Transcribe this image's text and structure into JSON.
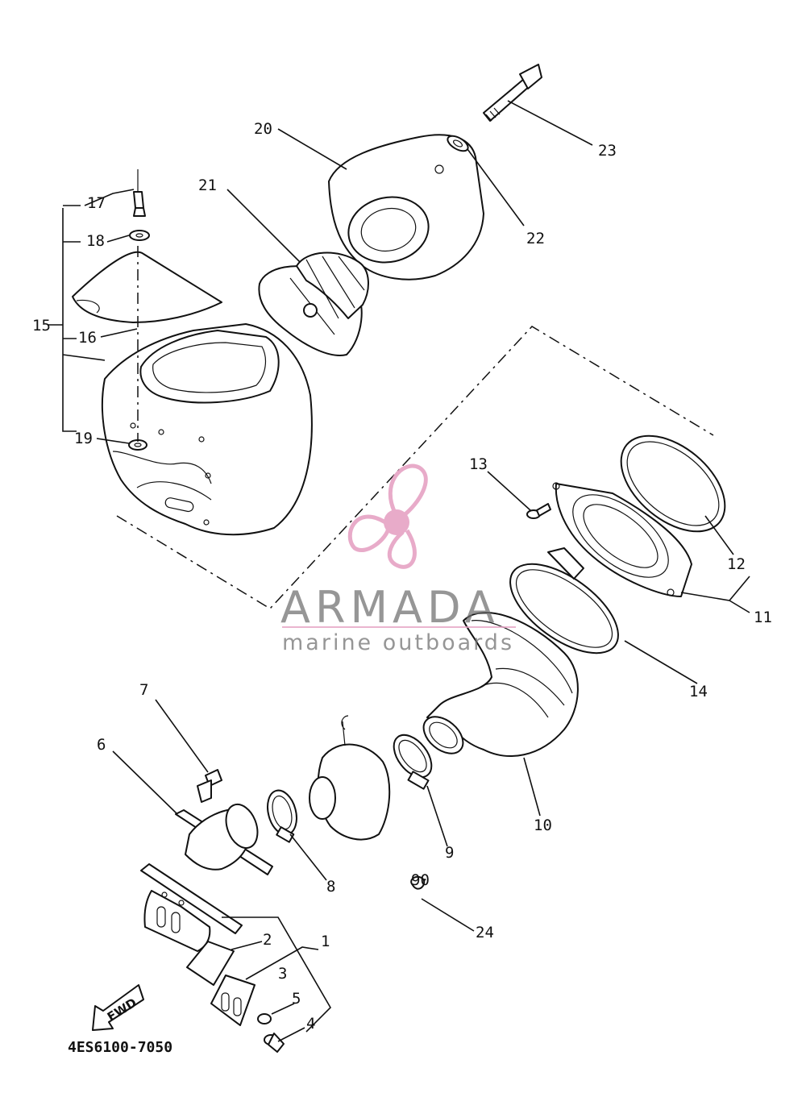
{
  "diagram_code": "4ES6100-7050",
  "forward_arrow_label": "FWD",
  "watermark": {
    "brand": "ARMADA",
    "tagline": "marine outboards",
    "accent_color": "#e6a3c4",
    "icon": "propeller-logo-icon"
  },
  "callouts": {
    "c1": "1",
    "c2": "2",
    "c3": "3",
    "c4": "4",
    "c5": "5",
    "c6": "6",
    "c7": "7",
    "c8": "8",
    "c9": "9",
    "c10": "10",
    "c11": "11",
    "c12": "12",
    "c13": "13",
    "c14": "14",
    "c15": "15",
    "c16": "16",
    "c17": "17",
    "c18": "18",
    "c19": "19",
    "c20": "20",
    "c21": "21",
    "c22": "22",
    "c23": "23",
    "c24": "24"
  },
  "part_mark_90": "90"
}
